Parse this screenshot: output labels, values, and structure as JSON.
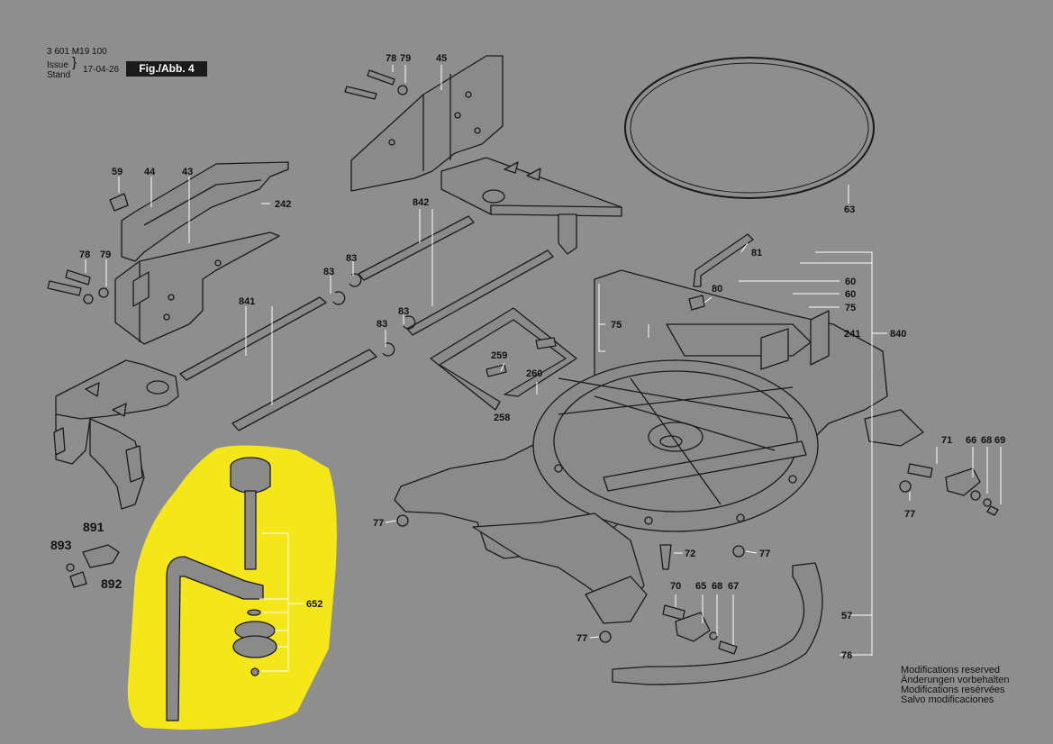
{
  "header": {
    "doc_number": "3 601 M19 100",
    "issue_label": "Issue",
    "stand_label": "Stand",
    "date": "17-04-26",
    "figure": "Fig./Abb. 4"
  },
  "footer_notes": [
    "Modifications reserved",
    "Änderungen vorbehalten",
    "Modifications resérvées",
    "Salvo modificaciones"
  ],
  "part_labels": {
    "p78a": "78",
    "p79a": "79",
    "p45": "45",
    "p59": "59",
    "p44": "44",
    "p43": "43",
    "p242": "242",
    "p842": "842",
    "p63": "63",
    "p78b": "78",
    "p79b": "79",
    "p83a": "83",
    "p83b": "83",
    "p83c": "83",
    "p83d": "83",
    "p841": "841",
    "p81": "81",
    "p60a": "60",
    "p60b": "60",
    "p75a": "75",
    "p75b": "75",
    "p80": "80",
    "p840": "840",
    "p241": "241",
    "p259": "259",
    "p260": "260",
    "p258": "258",
    "p71": "71",
    "p66": "66",
    "p68a": "68",
    "p69": "69",
    "p77a": "77",
    "p77b": "77",
    "p77c": "77",
    "p77d": "77",
    "p72": "72",
    "p891": "891",
    "p893": "893",
    "p892": "892",
    "p652": "652",
    "p70": "70",
    "p65": "65",
    "p68b": "68",
    "p67": "67",
    "p57": "57",
    "p76": "76"
  },
  "colors": {
    "background": "#8e8e8e",
    "part_fill": "#8a8a8a",
    "highlight": "#f5e61a",
    "line": "#1a1a1a",
    "callout_line": "#ffffff"
  }
}
